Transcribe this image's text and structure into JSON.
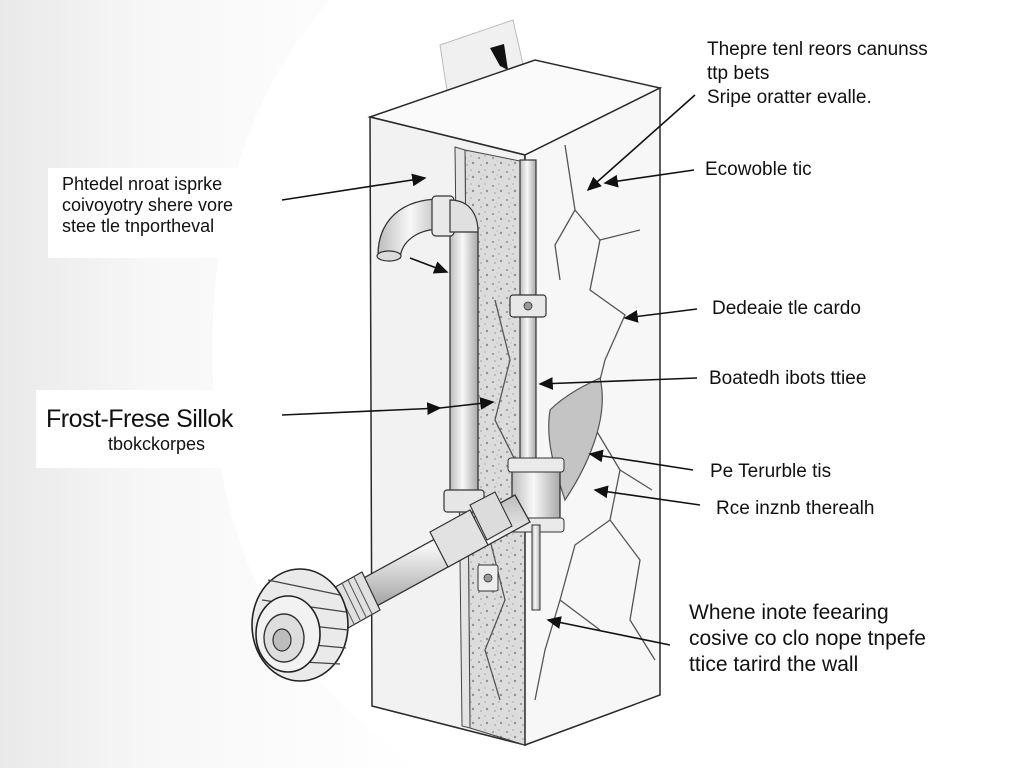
{
  "labels": {
    "top_left": [
      "Phtedel nroat isprke",
      "coivoyotry shere vore",
      "stee tle tnportheval"
    ],
    "frost_title": "Frost-Frese Sillok",
    "frost_subtitle": "tbokckorpes",
    "right_1": [
      "Thepre tenl reors canunss",
      "ttp bets",
      "Sripe oratter evalle."
    ],
    "right_2": [
      "Ecowoble tic"
    ],
    "right_3": [
      "Dedeaie tle cardo"
    ],
    "right_4": [
      "Boatedh ibots ttiee"
    ],
    "right_5": [
      "Pe Terurble tis"
    ],
    "right_6": [
      "Rce inznb therealh"
    ],
    "right_7": [
      "Whene inote feearing",
      "cosive co clo nope tnpefe",
      "ttice tarird the wall"
    ]
  },
  "colors": {
    "outline": "#2a2a2a",
    "wall_face": "#f4f4f4",
    "insulation": "#d9d9d9",
    "pipe": "#e6e6e6",
    "crack_fill": "#c4c4c4"
  }
}
